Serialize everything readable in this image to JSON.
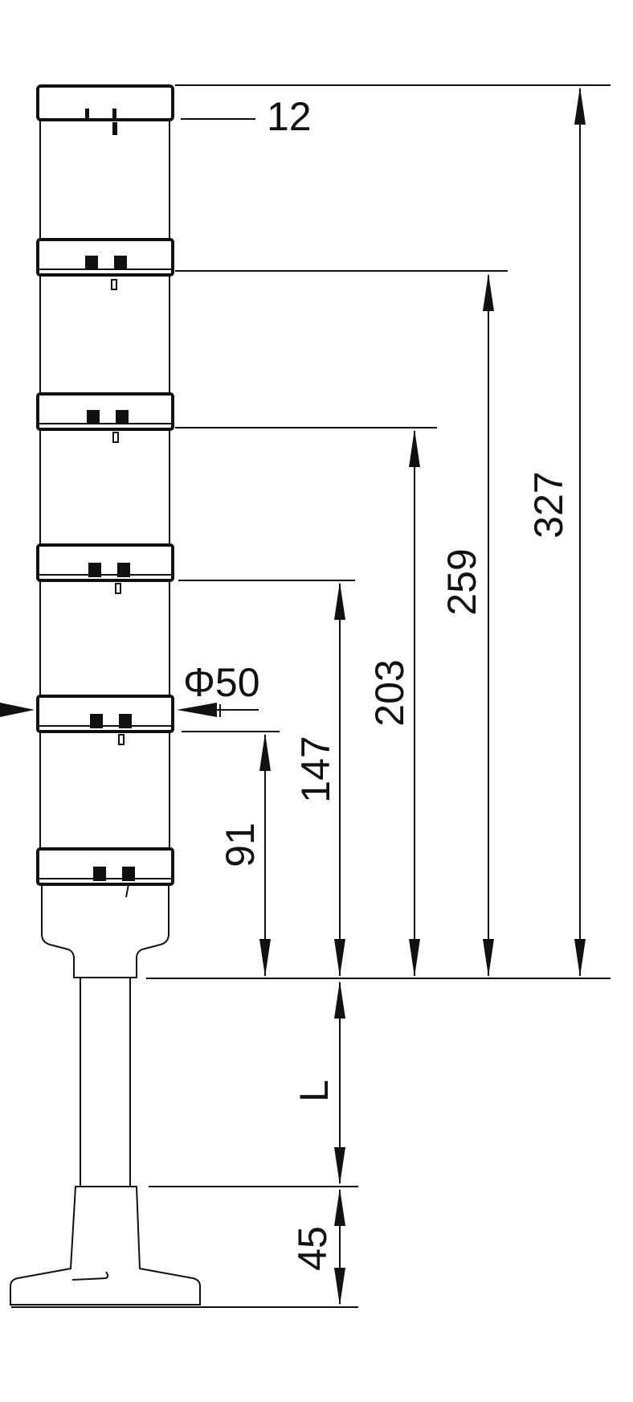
{
  "labels": {
    "cap_height": "12",
    "diameter": "Φ50",
    "total_height": "327",
    "height_5": "259",
    "height_4": "203",
    "height_3": "147",
    "height_2": "91",
    "pole_length": "L",
    "base_height": "45"
  }
}
